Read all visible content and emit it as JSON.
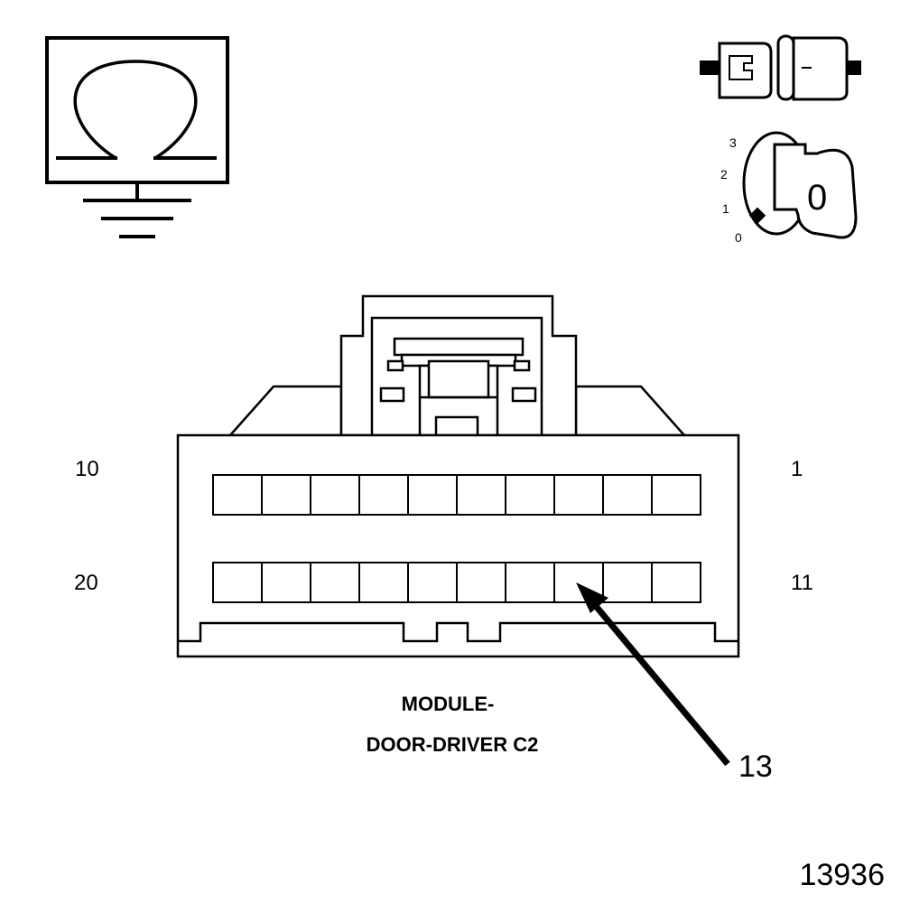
{
  "connector": {
    "title_line1": "MODULE-",
    "title_line2": "DOOR-DRIVER C2",
    "pin_labels": {
      "top_left": "10",
      "top_right": "1",
      "bottom_left": "20",
      "bottom_right": "11"
    },
    "callout_pin": "13",
    "cavity_rows": 2,
    "cavities_per_row": 10
  },
  "ignition_key": {
    "positions": [
      "3",
      "2",
      "1",
      "0"
    ],
    "key_text": "0"
  },
  "meter_icon": "ohmmeter-ground-icon",
  "connector_icon": "connector-disconnected-icon",
  "figure_number": "13936"
}
